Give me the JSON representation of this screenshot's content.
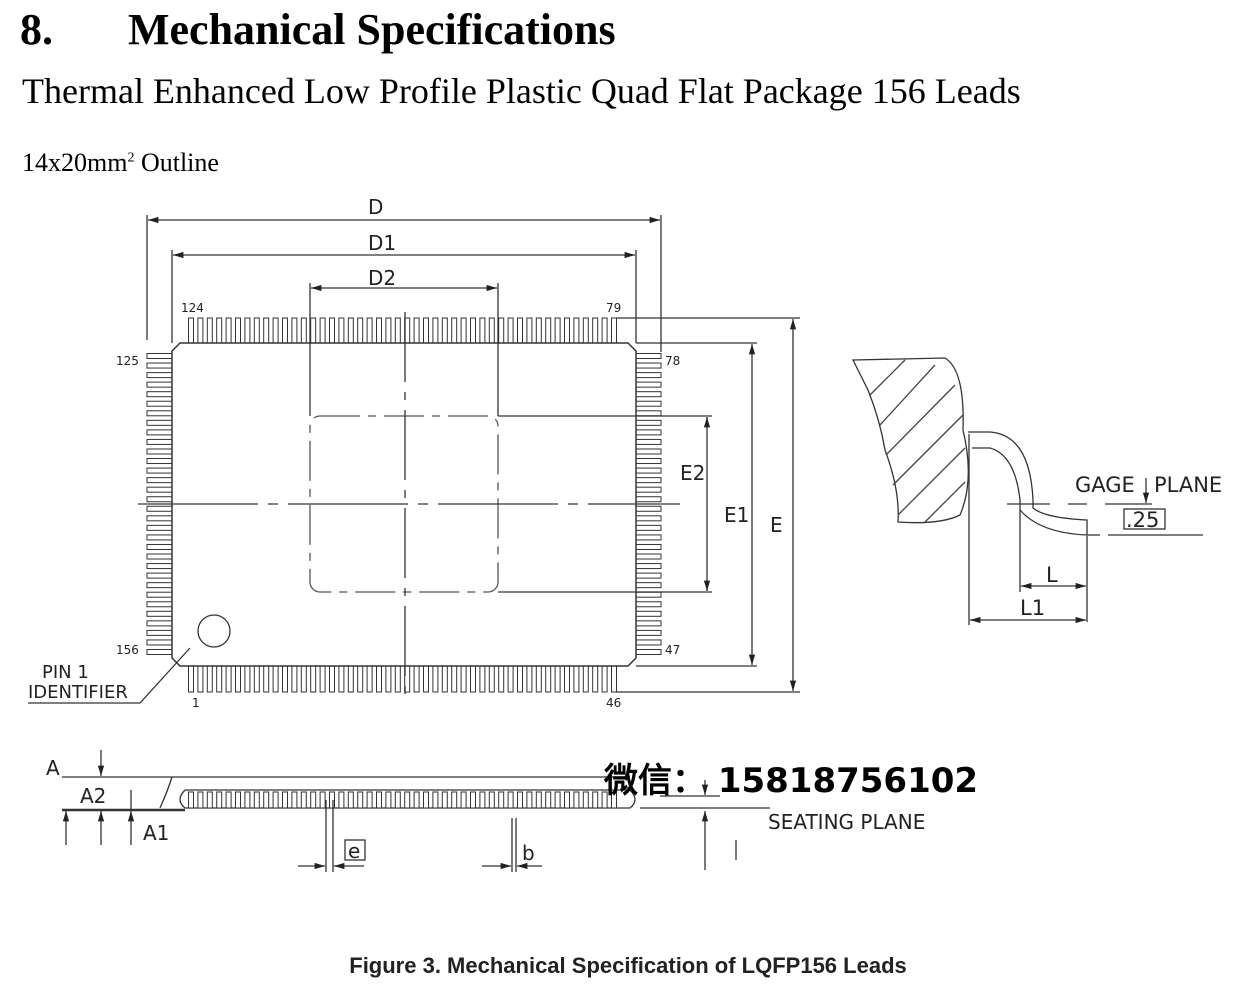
{
  "heading": {
    "number": "8.",
    "title": "Mechanical Specifications"
  },
  "subtitle": "Thermal Enhanced Low Profile Plastic Quad Flat Package 156 Leads",
  "outline": {
    "size": "14x20mm",
    "exp": "2",
    "word": "Outline"
  },
  "top_view": {
    "dims": {
      "D": "D",
      "D1": "D1",
      "D2": "D2",
      "E": "E",
      "E1": "E1",
      "E2": "E2"
    },
    "pins": {
      "p124": "124",
      "p79": "79",
      "p125": "125",
      "p78": "78",
      "p156": "156",
      "p47": "47",
      "p1": "1",
      "p46": "46"
    },
    "pin1_line1": "PIN  1",
    "pin1_line2": "IDENTIFIER"
  },
  "side_view": {
    "A": "A",
    "A2": "A2",
    "A1": "A1",
    "e": "e",
    "b": "b",
    "seating": "SEATING  PLANE"
  },
  "lead_detail": {
    "gage": "GAGE",
    "plane": "PLANE",
    "value": ".25",
    "L": "L",
    "L1": "L1"
  },
  "watermark": "微信： 15818756102",
  "caption": "Figure 3. Mechanical Specification of LQFP156 Leads"
}
